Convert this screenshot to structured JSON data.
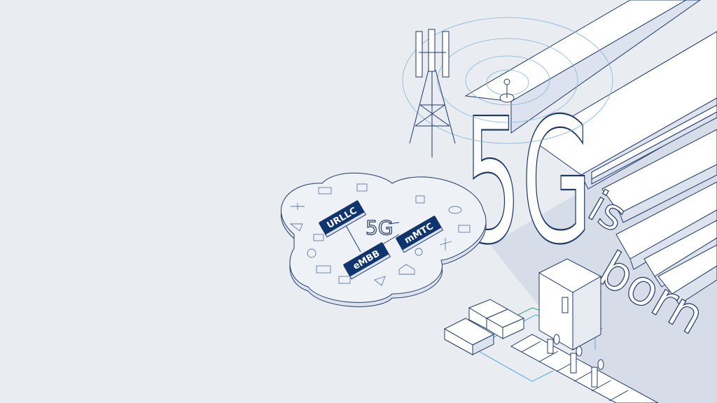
{
  "headline": {
    "part1": "5G",
    "part2": "is",
    "part3": "born"
  },
  "cloud": {
    "center_label": "5G",
    "tags": [
      {
        "label": "URLLC"
      },
      {
        "label": "mMTC"
      },
      {
        "label": "eMBB"
      }
    ]
  },
  "colors": {
    "background": "#e9ecf1",
    "outline": "#1f3a68",
    "tag": "#0f3570",
    "signal": "#7fb6dc",
    "accent_red": "#d0383c",
    "accent_teal": "#2a9d8f"
  }
}
